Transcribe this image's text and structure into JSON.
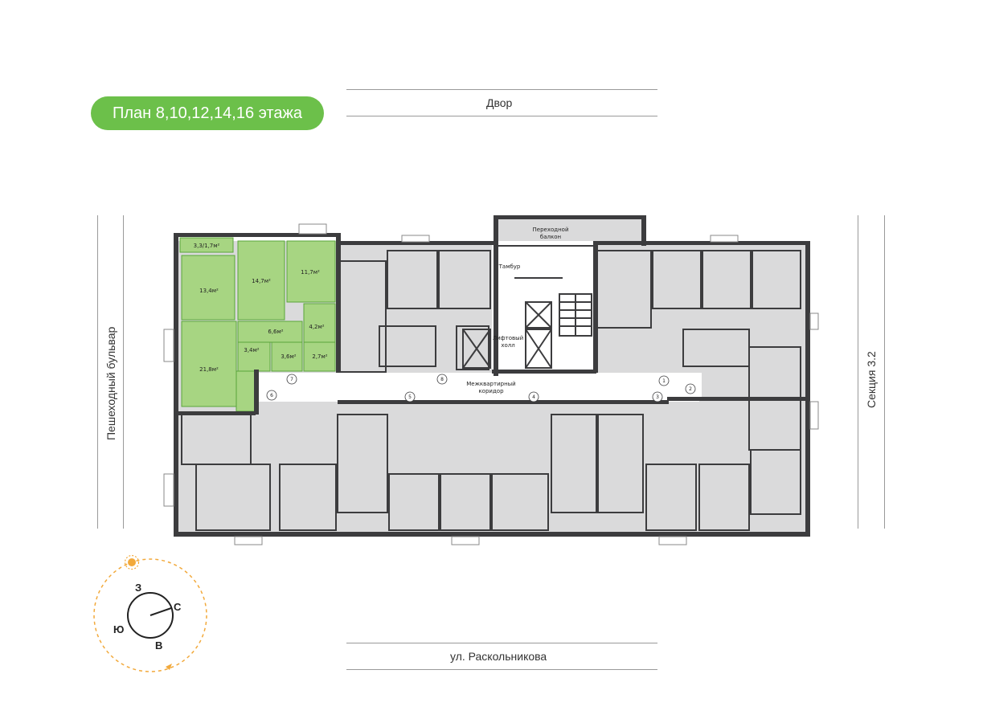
{
  "plan_title": "План 8,10,12,14,16 этажа",
  "colors": {
    "accent": "#6cc04a",
    "apartment_fill": "#a7d582",
    "apartment_wall": "#5aa53a",
    "room_fill": "#dadadb",
    "wall": "#3c3c3e",
    "corridor": "#ffffff"
  },
  "streets": {
    "top": "Двор",
    "bottom": "ул. Раскольникова",
    "left": "Пешеходный бульвар",
    "right": "Секция 3.2"
  },
  "highlighted_apartment": {
    "rooms": [
      "3,3/1,7м²",
      "13,4м²",
      "14,7м²",
      "11,7м²",
      "6,6м²",
      "4,2м²",
      "3,4м²",
      "3,6м²",
      "2,7м²",
      "21,8м²"
    ]
  },
  "common_areas": {
    "balcony": [
      "Переходной",
      "балкон"
    ],
    "tambour": "Тамбур",
    "lift_hall": [
      "Лифтовый",
      "холл"
    ],
    "corridor": [
      "Межквартирный",
      "коридор"
    ]
  },
  "door_numbers": [
    "1",
    "2",
    "3",
    "4",
    "5",
    "6",
    "7",
    "8"
  ],
  "compass": {
    "north": "С",
    "south": "Ю",
    "east": "В",
    "west": "З",
    "sun_icon": "sun-icon"
  }
}
